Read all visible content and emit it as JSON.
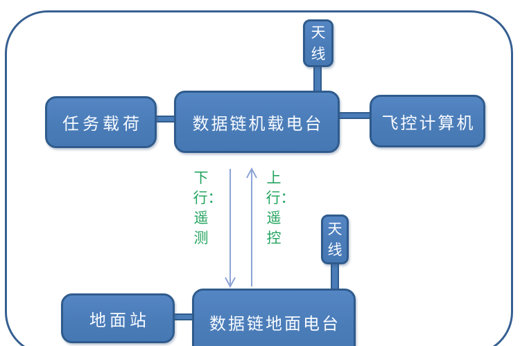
{
  "diagram": {
    "nodes": {
      "antenna_air": {
        "label": "天线"
      },
      "payload": {
        "label": "任务载荷"
      },
      "airborne_radio": {
        "label": "数据链机载电台"
      },
      "flight_computer": {
        "label": "飞控计算机"
      },
      "antenna_ground": {
        "label": "天线"
      },
      "ground_station": {
        "label": "地面站"
      },
      "ground_radio": {
        "label": "数据链地面电台"
      }
    },
    "links": {
      "downlink_label": "下行：遥测",
      "uplink_label": "上行：遥控"
    },
    "colors": {
      "box_fill": "#4a7cb8",
      "box_border": "#2f5b8c",
      "frame_border": "#365f91",
      "arrow": "#8ca3d6",
      "annotation_green": "#23a45f",
      "box_text": "#f8fbff"
    }
  }
}
